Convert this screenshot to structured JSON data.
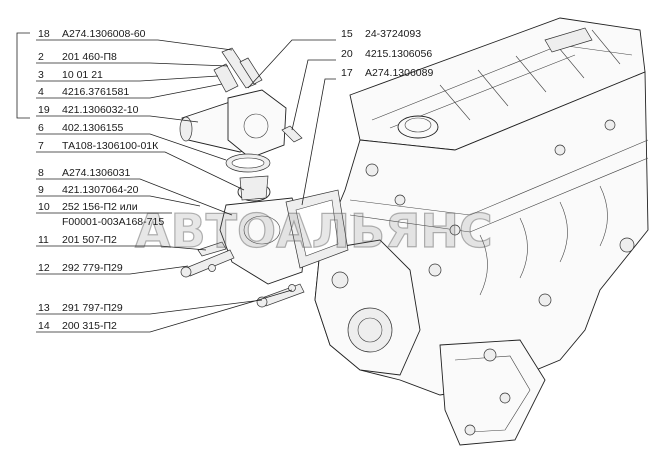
{
  "callouts": [
    {
      "num": "18",
      "part": "А274.1306008-60"
    },
    {
      "num": "2",
      "part": "201 460-П8"
    },
    {
      "num": "3",
      "part": "10 01 21"
    },
    {
      "num": "4",
      "part": "4216.3761581"
    },
    {
      "num": "19",
      "part": "421.1306032-10"
    },
    {
      "num": "6",
      "part": "402.1306155"
    },
    {
      "num": "7",
      "part": "ТА108-1306100-01К"
    },
    {
      "num": "8",
      "part": "А274.1306031"
    },
    {
      "num": "9",
      "part": "421.1307064-20"
    },
    {
      "num": "10",
      "part": "252 156-П2 или",
      "part2": "F00001-003А168-715"
    },
    {
      "num": "11",
      "part": "201 507-П2"
    },
    {
      "num": "12",
      "part": "292 779-П29"
    },
    {
      "num": "13",
      "part": "291 797-П29"
    },
    {
      "num": "14",
      "part": "200 315-П2"
    }
  ],
  "callouts_right": [
    {
      "num": "15",
      "part": "24-3724093"
    },
    {
      "num": "20",
      "part": "4215.1306056"
    },
    {
      "num": "17",
      "part": "А274.1306089"
    }
  ],
  "watermark": "АВТОАЛЬЯНС"
}
